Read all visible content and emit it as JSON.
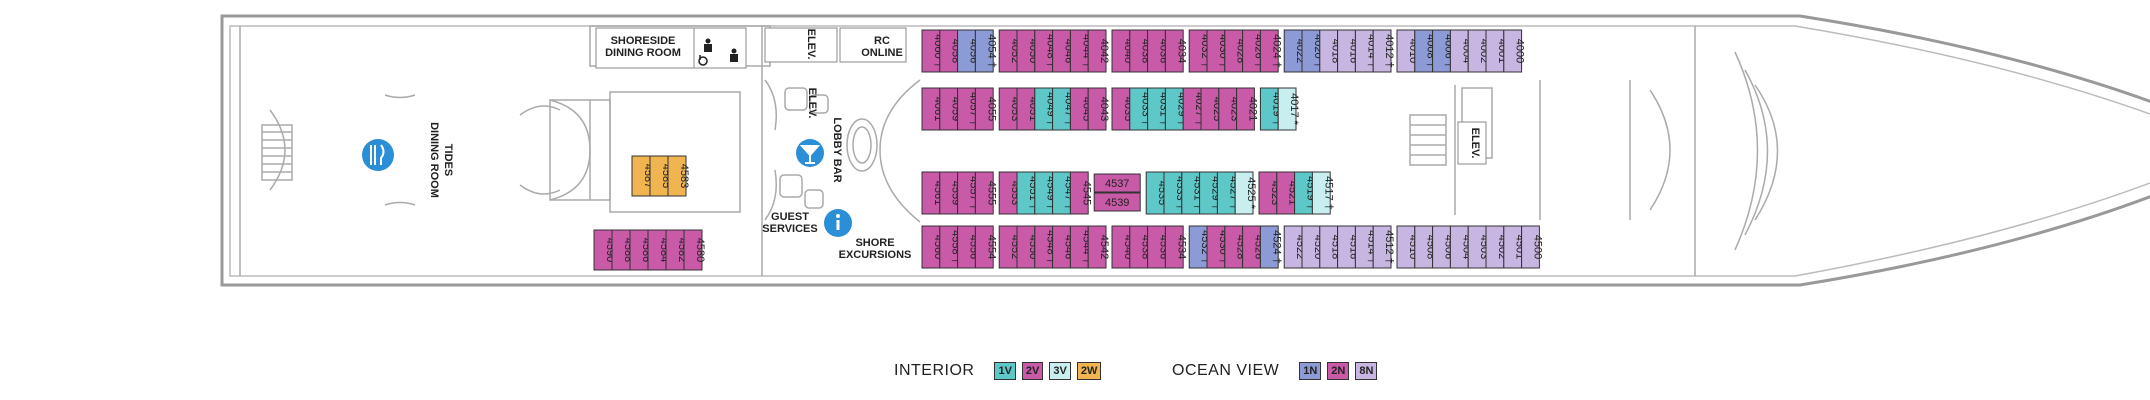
{
  "colors": {
    "1V": "#5ec8c8",
    "2V": "#c85aa8",
    "3V": "#c8eef0",
    "2W": "#f0b450",
    "1N": "#8c9ad6",
    "2N": "#c85aa8",
    "8N": "#c8b6e2"
  },
  "labels": {
    "shoreside": "SHORESIDE",
    "dining_room": "DINING ROOM",
    "elev_top": "ELEV.",
    "rc": "RC",
    "online": "ONLINE",
    "elev_mid": "ELEV.",
    "lobby_bar": "LOBBY BAR",
    "tides": "TIDES",
    "tides_dining": "DINING ROOM",
    "guest": "GUEST",
    "services": "SERVICES",
    "shore": "SHORE",
    "excursions": "EXCURSIONS",
    "elev_fwd": "ELEV."
  },
  "icons": {
    "dining": "fork-knife-icon",
    "bar": "cocktail-icon",
    "info": "info-icon",
    "accessible": "wheelchair-icon",
    "restrooms": "restroom-icon",
    "connecting": "connecting-arrow-icon"
  },
  "legend": {
    "interior_title": "INTERIOR",
    "interior": [
      "1V",
      "2V",
      "3V",
      "2W"
    ],
    "ocean_title": "OCEAN VIEW",
    "ocean": [
      "1N",
      "2N",
      "8N"
    ]
  },
  "cabins": {
    "top": [
      {
        "n": "4060",
        "c": "2V",
        "s": "†"
      },
      {
        "n": "4058",
        "c": "2V"
      },
      {
        "n": "4056",
        "c": "1N"
      },
      {
        "n": "4054",
        "c": "1N",
        "s": "†"
      },
      {
        "n": "4052",
        "c": "2N"
      },
      {
        "n": "4050",
        "c": "2N"
      },
      {
        "n": "4048",
        "c": "2N",
        "s": "†"
      },
      {
        "n": "4046",
        "c": "2N"
      },
      {
        "n": "4044",
        "c": "2N",
        "s": "†"
      },
      {
        "n": "4042",
        "c": "2N"
      },
      {
        "n": "4040",
        "c": "2N"
      },
      {
        "n": "4038",
        "c": "2N"
      },
      {
        "n": "4036",
        "c": "2N"
      },
      {
        "n": "4034",
        "c": "2N"
      },
      {
        "n": "4032",
        "c": "2N",
        "s": "†"
      },
      {
        "n": "4030",
        "c": "2N",
        "s": "†"
      },
      {
        "n": "4028",
        "c": "2N"
      },
      {
        "n": "4026",
        "c": "2N",
        "s": "†"
      },
      {
        "n": "4024",
        "c": "2N",
        "s": "†"
      },
      {
        "n": "4022",
        "c": "1N"
      },
      {
        "n": "4020",
        "c": "1N",
        "s": "†"
      },
      {
        "n": "4018",
        "c": "8N"
      },
      {
        "n": "4016",
        "c": "8N"
      },
      {
        "n": "4014",
        "c": "8N",
        "s": "†"
      },
      {
        "n": "4012",
        "c": "8N",
        "s": "†"
      },
      {
        "n": "4010",
        "c": "8N"
      },
      {
        "n": "4008",
        "c": "1N",
        "s": "†"
      },
      {
        "n": "4006",
        "c": "1N",
        "s": "†"
      },
      {
        "n": "4004",
        "c": "8N"
      },
      {
        "n": "4002",
        "c": "8N"
      },
      {
        "n": "4001",
        "c": "8N"
      },
      {
        "n": "4000",
        "c": "8N"
      }
    ],
    "upperInterior": [
      {
        "n": "4061",
        "c": "2V"
      },
      {
        "n": "4059",
        "c": "2V"
      },
      {
        "n": "4057",
        "c": "2V",
        "s": "†"
      },
      {
        "n": "4055",
        "c": "2V"
      },
      {
        "n": "4053",
        "c": "2V"
      },
      {
        "n": "4051",
        "c": "2V"
      },
      {
        "n": "4049",
        "c": "1V",
        "s": "†"
      },
      {
        "n": "4047",
        "c": "1V",
        "s": "†"
      },
      {
        "n": "4045",
        "c": "2V"
      },
      {
        "n": "4043",
        "c": "2V"
      },
      {
        "n": "4035",
        "c": "2V"
      },
      {
        "n": "4033",
        "c": "1V",
        "s": "†"
      },
      {
        "n": "4031",
        "c": "1V",
        "s": "†"
      },
      {
        "n": "4029",
        "c": "1V",
        "s": "†"
      },
      {
        "n": "4027",
        "c": "2V",
        "s": "†"
      },
      {
        "n": "4025",
        "c": "2V"
      },
      {
        "n": "4023",
        "c": "2V"
      },
      {
        "n": "4021",
        "c": "2V"
      },
      {
        "n": "4019",
        "c": "1V",
        "s": "†"
      },
      {
        "n": "4017",
        "c": "3V",
        "s": "*"
      }
    ],
    "lowerInterior": [
      {
        "n": "4561",
        "c": "2V"
      },
      {
        "n": "4559",
        "c": "2V"
      },
      {
        "n": "4557",
        "c": "2V",
        "s": "†"
      },
      {
        "n": "4555",
        "c": "2V"
      },
      {
        "n": "4553",
        "c": "2V"
      },
      {
        "n": "4551",
        "c": "1V",
        "s": "†"
      },
      {
        "n": "4549",
        "c": "1V",
        "s": "†"
      },
      {
        "n": "4547",
        "c": "1V",
        "s": "†"
      },
      {
        "n": "4545",
        "c": "2V"
      },
      {
        "n": "4537",
        "c": "2V"
      },
      {
        "n": "4539",
        "c": "2V"
      },
      {
        "n": "4535",
        "c": "1V"
      },
      {
        "n": "4533",
        "c": "1V",
        "s": "†"
      },
      {
        "n": "4531",
        "c": "1V",
        "s": "†"
      },
      {
        "n": "4529",
        "c": "1V",
        "s": "†"
      },
      {
        "n": "4527",
        "c": "1V",
        "s": "†"
      },
      {
        "n": "4525",
        "c": "3V",
        "s": "*"
      },
      {
        "n": "4523",
        "c": "2V"
      },
      {
        "n": "4521",
        "c": "2V"
      },
      {
        "n": "4519",
        "c": "1V",
        "s": "†"
      },
      {
        "n": "4517",
        "c": "3V",
        "s": "†"
      }
    ],
    "bottom": [
      {
        "n": "4560",
        "c": "2N"
      },
      {
        "n": "4558",
        "c": "2N",
        "s": "†"
      },
      {
        "n": "4556",
        "c": "2N"
      },
      {
        "n": "4554",
        "c": "2N"
      },
      {
        "n": "4552",
        "c": "2N"
      },
      {
        "n": "4550",
        "c": "2N"
      },
      {
        "n": "4548",
        "c": "2N",
        "s": "†"
      },
      {
        "n": "4546",
        "c": "2N"
      },
      {
        "n": "4544",
        "c": "2N",
        "s": "†"
      },
      {
        "n": "4542",
        "c": "2N"
      },
      {
        "n": "4540",
        "c": "2N"
      },
      {
        "n": "4538",
        "c": "2N"
      },
      {
        "n": "4536",
        "c": "2N"
      },
      {
        "n": "4534",
        "c": "2N"
      },
      {
        "n": "4532",
        "c": "1N",
        "s": "†"
      },
      {
        "n": "4530",
        "c": "2N",
        "s": "†"
      },
      {
        "n": "4528",
        "c": "2N"
      },
      {
        "n": "4526",
        "c": "2N"
      },
      {
        "n": "4524",
        "c": "1N",
        "s": "†"
      },
      {
        "n": "4522",
        "c": "8N"
      },
      {
        "n": "4520",
        "c": "8N"
      },
      {
        "n": "4518",
        "c": "8N"
      },
      {
        "n": "4516",
        "c": "8N"
      },
      {
        "n": "4514",
        "c": "8N",
        "s": "†"
      },
      {
        "n": "4512",
        "c": "8N",
        "s": "†"
      },
      {
        "n": "4510",
        "c": "8N"
      },
      {
        "n": "4508",
        "c": "8N"
      },
      {
        "n": "4506",
        "c": "8N"
      },
      {
        "n": "4504",
        "c": "8N"
      },
      {
        "n": "4503",
        "c": "8N"
      },
      {
        "n": "4502",
        "c": "8N"
      },
      {
        "n": "4501",
        "c": "8N"
      },
      {
        "n": "4500",
        "c": "8N"
      }
    ],
    "aft": [
      {
        "n": "4590",
        "c": "2N"
      },
      {
        "n": "4588",
        "c": "2N"
      },
      {
        "n": "4586",
        "c": "2N"
      },
      {
        "n": "4584",
        "c": "2N"
      },
      {
        "n": "4582",
        "c": "2N"
      },
      {
        "n": "4580",
        "c": "2N"
      }
    ],
    "orange": [
      {
        "n": "4587",
        "c": "2W"
      },
      {
        "n": "4585",
        "c": "2W"
      },
      {
        "n": "4583",
        "c": "2W"
      }
    ]
  }
}
